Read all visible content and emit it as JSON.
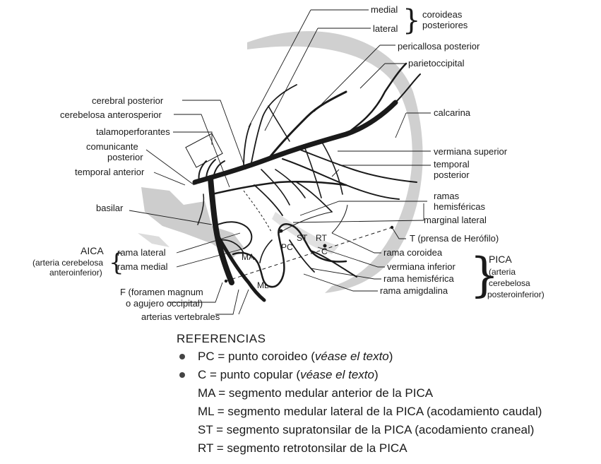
{
  "labels": {
    "medial": "medial",
    "lateral": "lateral",
    "coroideas": "coroideas",
    "posteriores": "posteriores",
    "pericallosa_posterior": "pericallosa posterior",
    "parietoccipital": "parietoccipital",
    "cerebral_posterior": "cerebral posterior",
    "cerebelosa_anterosperior": "cerebelosa anterosperior",
    "talamoperforantes": "talamoperforantes",
    "comunicante": "comunicante",
    "posterior": "posterior",
    "temporal_anterior": "temporal anterior",
    "calcarina": "calcarina",
    "vermiana_superior": "vermiana superior",
    "temporal": "temporal",
    "temporal_posterior": "posterior",
    "ramas": "ramas",
    "hemisfericas": "hemisféricas",
    "marginal_lateral": "marginal lateral",
    "basilar": "basilar",
    "t_prensa": "T (prensa de Herófilo)",
    "aica": "AICA",
    "aica_sub1": "(arteria cerebelosa",
    "aica_sub2": "anteroinferior)",
    "rama_lateral": "rama lateral",
    "rama_medial": "rama medial",
    "rama_coroidea": "rama coroidea",
    "vermiana_inferior": "vermiana inferior",
    "rama_hemisferica": "rama hemisférica",
    "rama_amigdalina": "rama amigdalina",
    "pica": "PICA",
    "pica_sub1": "(arteria",
    "pica_sub2": "cerebelosa",
    "pica_sub3": "posteroinferior)",
    "f_foramen1": "F (foramen magnum",
    "f_foramen2": "o agujero occipital)",
    "arterias_vertebrales": "arterias vertebrales",
    "pc": "PC",
    "st": "ST",
    "rt": "RT",
    "c": "C",
    "ma": "MA",
    "ml": "ML"
  },
  "references": {
    "title": "REFERENCIAS",
    "items": [
      {
        "bullet": true,
        "text": "PC = punto coroideo (",
        "italic": "véase el texto",
        "suffix": ")"
      },
      {
        "bullet": true,
        "text": "C = punto copular (",
        "italic": "véase el texto",
        "suffix": ")"
      },
      {
        "bullet": false,
        "text": "MA = segmento medular anterior de la PICA",
        "italic": "",
        "suffix": ""
      },
      {
        "bullet": false,
        "text": "ML = segmento medular lateral de la PICA (acodamiento caudal)",
        "italic": "",
        "suffix": ""
      },
      {
        "bullet": false,
        "text": "ST = segmento supratonsilar de la PICA (acodamiento craneal)",
        "italic": "",
        "suffix": ""
      },
      {
        "bullet": false,
        "text": "RT = segmento retrotonsilar de la PICA",
        "italic": "",
        "suffix": ""
      }
    ]
  },
  "colors": {
    "ink": "#1a1a1a",
    "shade": "#bdbdbd",
    "bullet": "#444444"
  }
}
